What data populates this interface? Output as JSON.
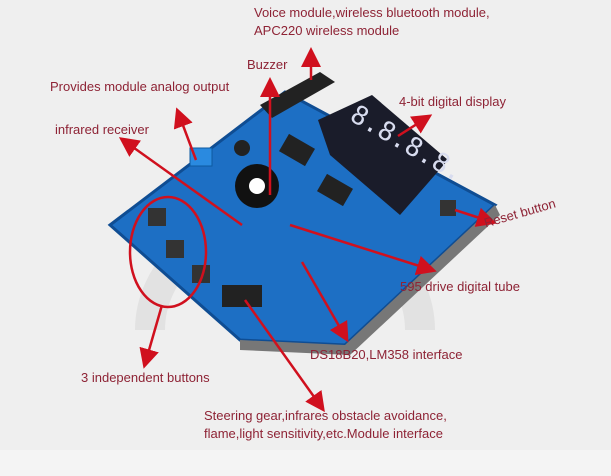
{
  "labels": {
    "voice_line1": "Voice module,wireless bluetooth module,",
    "voice_line2": "APC220 wireless module",
    "buzzer": "Buzzer",
    "analog": "Provides module analog output",
    "display": "4-bit digital display",
    "infrared": "infrared receiver",
    "reset": "Reset button",
    "tube": "595 drive digital tube",
    "ds18b20": "DS18B20,LM358 interface",
    "buttons": "3 independent buttons",
    "steering_line1": "Steering gear,infrares obstacle avoidance,",
    "steering_line2": "flame,light sensitivity,etc.Module interface"
  },
  "display_digits": "8.8.8.8.",
  "colors": {
    "label": "#8e2335",
    "arrow": "#d0101e",
    "board": "#1d6fc4"
  }
}
